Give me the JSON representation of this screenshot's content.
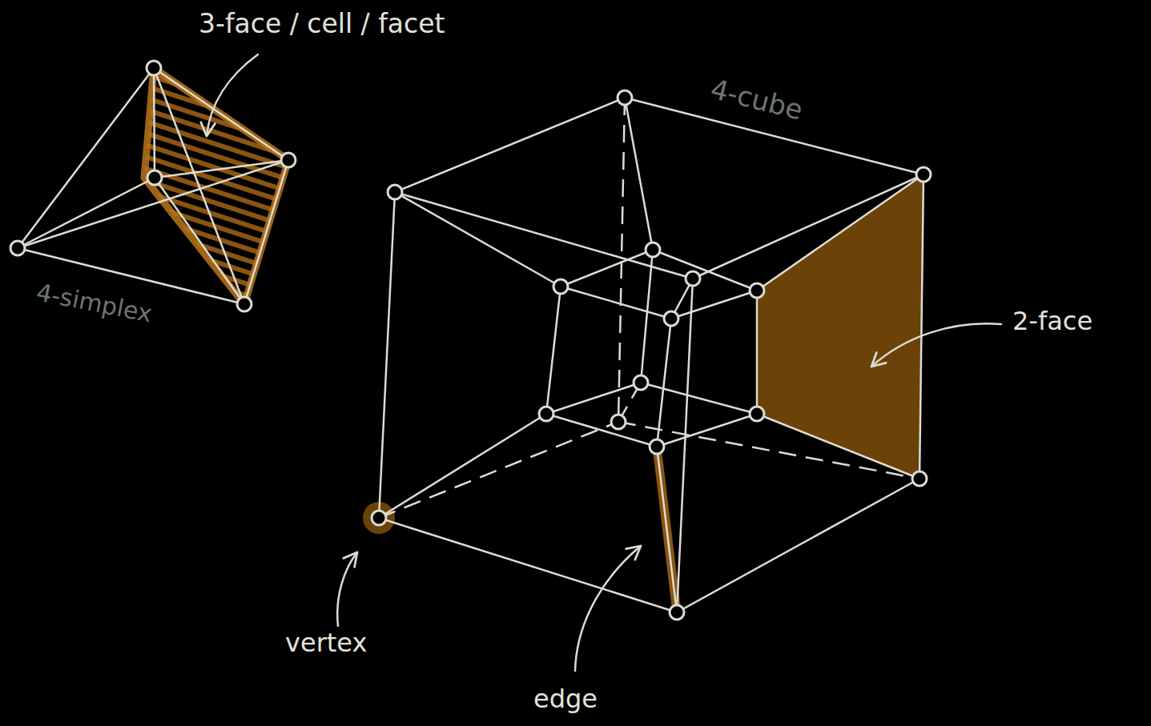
{
  "diagram": {
    "labels": [
      "3-face / cell / facet",
      "4-cube",
      "4-simplex",
      "2-face",
      "vertex",
      "edge"
    ]
  }
}
